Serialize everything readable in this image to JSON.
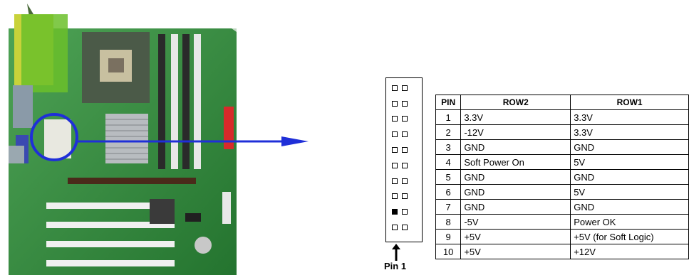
{
  "diagram": {
    "pin1_label": "Pin 1",
    "connector_rows": 10,
    "colors": {
      "board_green": "#2f8a3a",
      "pointer_blue": "#1f2fd8",
      "highlight_ring": "#1f2fd8"
    }
  },
  "table": {
    "headers": {
      "pin": "PIN",
      "row2": "ROW2",
      "row1": "ROW1"
    },
    "rows": [
      {
        "pin": "1",
        "row2": "3.3V",
        "row1": "3.3V"
      },
      {
        "pin": "2",
        "row2": "-12V",
        "row1": "3.3V"
      },
      {
        "pin": "3",
        "row2": "GND",
        "row1": "GND"
      },
      {
        "pin": "4",
        "row2": "Soft Power On",
        "row1": "5V"
      },
      {
        "pin": "5",
        "row2": "GND",
        "row1": "GND"
      },
      {
        "pin": "6",
        "row2": "GND",
        "row1": "5V"
      },
      {
        "pin": "7",
        "row2": "GND",
        "row1": "GND"
      },
      {
        "pin": "8",
        "row2": "-5V",
        "row1": "Power OK"
      },
      {
        "pin": "9",
        "row2": "+5V",
        "row1": "+5V (for Soft Logic)"
      },
      {
        "pin": "10",
        "row2": "+5V",
        "row1": "+12V"
      }
    ]
  }
}
